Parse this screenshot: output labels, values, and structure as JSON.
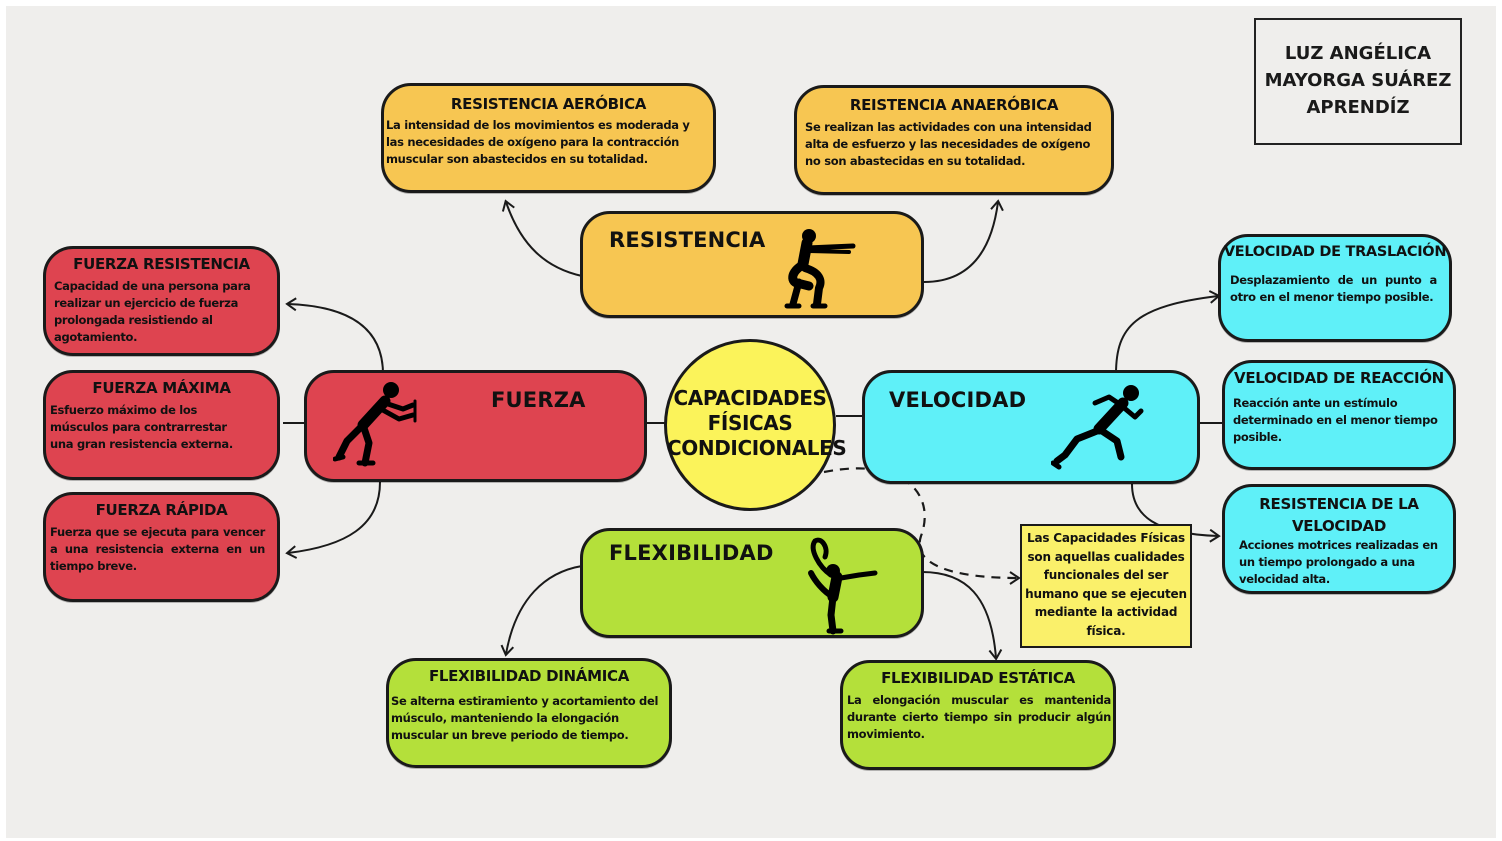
{
  "colors": {
    "fuerza": "#de4450",
    "resistencia": "#f7c652",
    "velocidad": "#5ff0f8",
    "flexibilidad": "#b4e03a",
    "center": "#fbf35a",
    "note": "#faf06a"
  },
  "author": {
    "line1": "LUZ ANGÉLICA",
    "line2": "MAYORGA SUÁREZ",
    "line3": "APRENDÍZ"
  },
  "center": {
    "line1": "CAPACIDADES",
    "line2": "FÍSICAS",
    "line3": "CONDICIONALES"
  },
  "resistencia": {
    "title": "RESISTENCIA",
    "icon": "squat-figure-icon",
    "aerobica": {
      "title": "RESISTENCIA AERÓBICA",
      "text": "La intensidad de los movimientos es moderada y las necesidades de oxígeno para la contracción muscular  son abastecidos en su totalidad."
    },
    "anaerobica": {
      "title": "REISTENCIA ANAERÓBICA",
      "text": "Se realizan las actividades con una intensidad alta de esfuerzo y las necesidades de oxígeno  no son abastecidas en su totalidad."
    }
  },
  "fuerza": {
    "title": "FUERZA",
    "icon": "pushing-figure-icon",
    "resistencia": {
      "title": "FUERZA  RESISTENCIA",
      "text": "Capacidad de una persona para realizar un ejercicio de fuerza prolongada  resistiendo al agotamiento."
    },
    "maxima": {
      "title": "FUERZA MÁXIMA",
      "text": "Esfuerzo máximo de los músculos  para contrarrestar una gran resistencia externa."
    },
    "rapida": {
      "title": "FUERZA RÁPIDA",
      "text": "Fuerza que se ejecuta para vencer a una resistencia externa en un tiempo breve."
    }
  },
  "velocidad": {
    "title": "VELOCIDAD",
    "icon": "sprinter-figure-icon",
    "traslacion": {
      "title": "VELOCIDAD DE TRASLACIÓN",
      "text": "Desplazamiento de un punto a otro  en el menor tiempo posible."
    },
    "reaccion": {
      "title": "VELOCIDAD DE REACCIÓN",
      "text": "Reacción ante un estímulo determinado  en el menor tiempo posible."
    },
    "resistencia": {
      "title": "RESISTENCIA DE LA VELOCIDAD",
      "text": "Acciones motrices realizadas en un tiempo prolongado a una velocidad alta."
    }
  },
  "flexibilidad": {
    "title": "FLEXIBILIDAD",
    "icon": "dancer-figure-icon",
    "dinamica": {
      "title": "FLEXIBILIDAD DINÁMICA",
      "text": "Se alterna estiramiento y acortamiento del músculo, manteniendo la elongación muscular un breve periodo de tiempo."
    },
    "estatica": {
      "title": "FLEXIBILIDAD ESTÁTICA",
      "text": "La elongación muscular es mantenida durante cierto tiempo sin producir algún movimiento."
    }
  },
  "note": {
    "text": "Las Capacidades Físicas son aquellas cualidades funcionales del ser humano que se ejecuten mediante la actividad física."
  }
}
